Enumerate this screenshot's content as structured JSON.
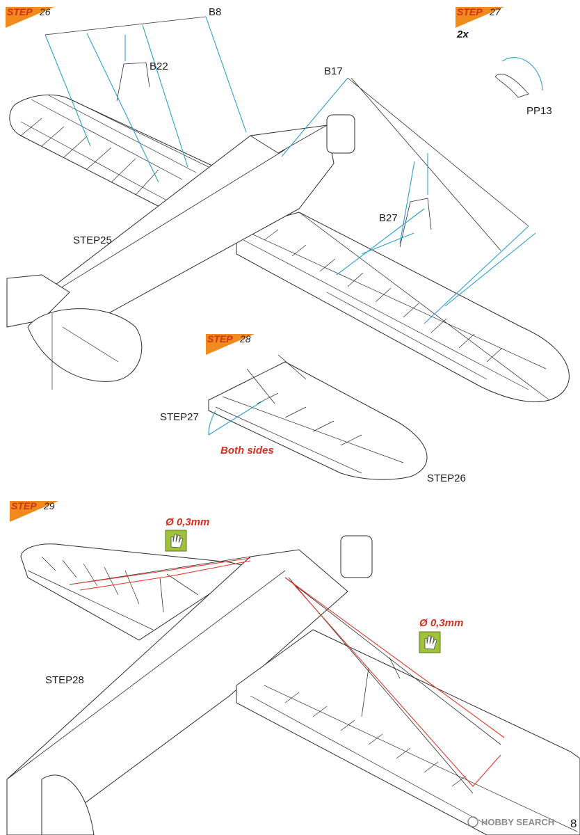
{
  "steps": {
    "s26": {
      "word": "STEP",
      "number": "26"
    },
    "s27": {
      "word": "STEP",
      "number": "27"
    },
    "s28": {
      "word": "STEP",
      "number": "28"
    },
    "s29": {
      "word": "STEP",
      "number": "29"
    }
  },
  "labels": {
    "b8": "B8",
    "b22": "B22",
    "b17": "B17",
    "b27": "B27",
    "pp13": "PP13",
    "quantity_2x": "2x",
    "ref_step25": "STEP25",
    "ref_step27": "STEP27",
    "ref_step26": "STEP26",
    "ref_step28": "STEP28",
    "both_sides": "Both sides",
    "wire_dia_1": "Ø 0,3mm",
    "wire_dia_2": "Ø 0,3mm"
  },
  "page_number": "8",
  "watermark": "HOBBY SEARCH",
  "colors": {
    "step_orange": "#f08a1c",
    "step_red": "#d32f1f",
    "arrow_blue": "#2a9fc9",
    "wire_red": "#e03a2a",
    "hand_icon_green": "#9fc23a"
  }
}
